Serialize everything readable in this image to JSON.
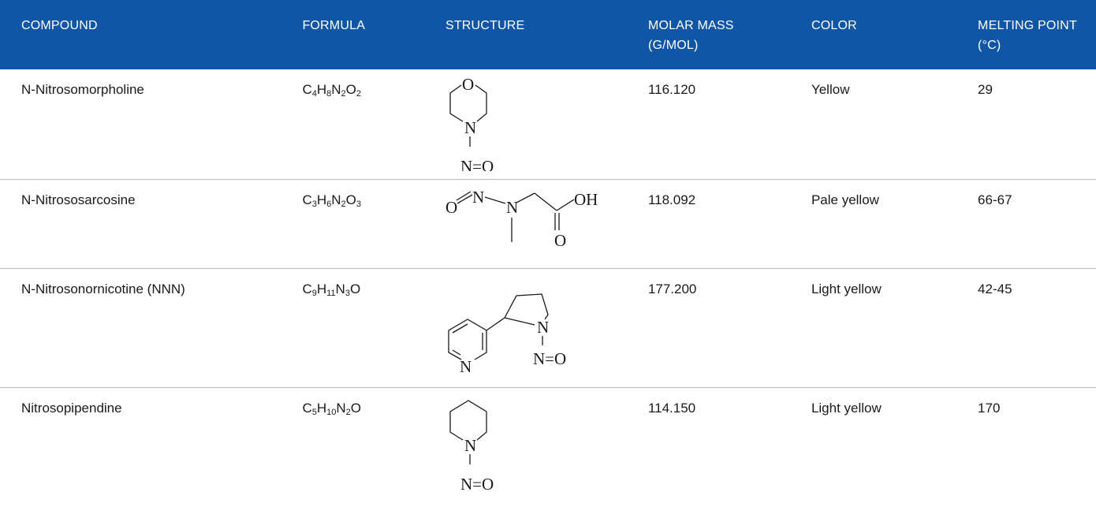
{
  "headers": [
    "COMPOUND",
    "FORMULA",
    "STRUCTURE",
    "MOLAR MASS (G/MOL)",
    "COLOR",
    "MELTING POINT (°C)"
  ],
  "rows": [
    {
      "compound": "N-Nitrosomorpholine",
      "formula": {
        "parts": [
          [
            "C",
            "4"
          ],
          [
            "H",
            "8"
          ],
          [
            "N",
            "2"
          ],
          [
            "O",
            "2"
          ]
        ]
      },
      "structure_atoms": {
        "o": "O",
        "n": "N",
        "no": "N=O"
      },
      "molar_mass": "116.120",
      "color": "Yellow",
      "melting_point": "29"
    },
    {
      "compound": "N-Nitrososarcosine",
      "formula": {
        "parts": [
          [
            "C",
            "3"
          ],
          [
            "H",
            "6"
          ],
          [
            "N",
            "2"
          ],
          [
            "O",
            "3"
          ]
        ]
      },
      "structure_atoms": {
        "o1": "O",
        "n1": "N",
        "n2": "N",
        "oh": "OH",
        "o2": "O"
      },
      "molar_mass": "118.092",
      "color": "Pale yellow",
      "melting_point": "66-67"
    },
    {
      "compound": "N-Nitrosonornicotine (NNN)",
      "formula": {
        "parts": [
          [
            "C",
            "9"
          ],
          [
            "H",
            "11"
          ],
          [
            "N",
            "3"
          ],
          [
            "O",
            ""
          ]
        ]
      },
      "structure_atoms": {
        "n1": "N",
        "n2": "N",
        "no": "N=O"
      },
      "molar_mass": "177.200",
      "color": "Light yellow",
      "melting_point": "42-45"
    },
    {
      "compound": "Nitrosopipendine",
      "formula": {
        "parts": [
          [
            "C",
            "5"
          ],
          [
            "H",
            "10"
          ],
          [
            "N",
            "2"
          ],
          [
            "O",
            ""
          ]
        ]
      },
      "structure_atoms": {
        "n": "N",
        "no": "N=O"
      },
      "molar_mass": "114.150",
      "color": "Light yellow",
      "melting_point": "170"
    }
  ]
}
